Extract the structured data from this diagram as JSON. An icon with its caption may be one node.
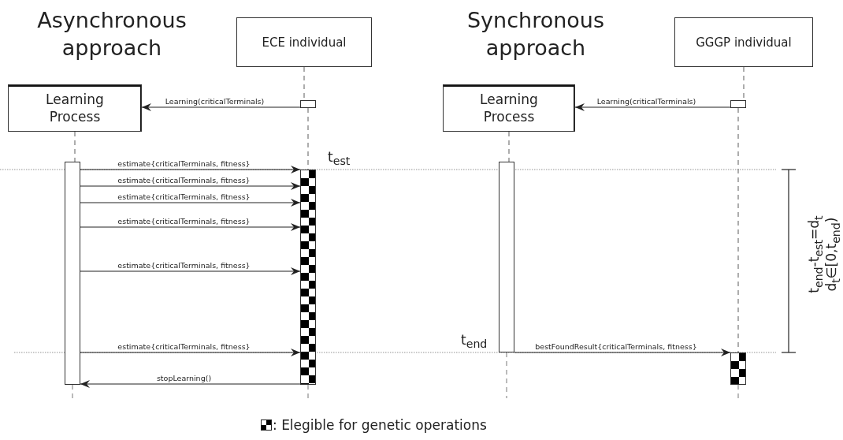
{
  "diagram": {
    "nodes": [
      {
        "text": [
          "Learning Process"
        ]
      },
      {
        "text": [
          "ECE individual"
        ]
      },
      {
        "text": [],
        "shape": "bar"
      },
      {
        "text": [],
        "shape": "box"
      },
      {
        "text": [],
        "shape": "bar"
      },
      {
        "text": [
          "Learning Process"
        ]
      },
      {
        "text": [
          "GGGP individual"
        ]
      },
      {
        "text": [],
        "shape": "bar"
      },
      {
        "text": [],
        "shape": "box"
      },
      {
        "text": [],
        "shape": "bar"
      }
    ],
    "edges": [
      {
        "from": 0,
        "to": 2,
        "arrow": "none",
        "style": "dashed"
      },
      {
        "from": 1,
        "to": 3,
        "arrow": "none",
        "style": "dashed"
      },
      {
        "from": 3,
        "to": 4,
        "arrow": "none",
        "style": "dashed"
      },
      {
        "from": 3,
        "to": 0,
        "arrow": "to",
        "label": "Learning(criticalTerminals)"
      },
      {
        "from": 2,
        "to": 4,
        "arrow": "to",
        "label": "estimate{criticalTerminals, fitness}"
      },
      {
        "from": 2,
        "to": 4,
        "arrow": "to",
        "label": "estimate{criticalTerminals, fitness}"
      },
      {
        "from": 2,
        "to": 4,
        "arrow": "to",
        "label": "estimate{criticalTerminals, fitness}"
      },
      {
        "from": 2,
        "to": 4,
        "arrow": "to",
        "label": "estimate{criticalTerminals, fitness}"
      },
      {
        "from": 2,
        "to": 4,
        "arrow": "to",
        "label": "estimate{criticalTerminals, fitness}"
      },
      {
        "from": 2,
        "to": 4,
        "arrow": "to",
        "label": "estimate{criticalTerminals, fitness}"
      },
      {
        "from": 4,
        "to": 2,
        "arrow": "to",
        "label": "stopLearning()"
      },
      {
        "from": 5,
        "to": 7,
        "arrow": "none",
        "style": "dashed"
      },
      {
        "from": 6,
        "to": 8,
        "arrow": "none",
        "style": "dashed"
      },
      {
        "from": 8,
        "to": 9,
        "arrow": "none",
        "style": "dashed"
      },
      {
        "from": 8,
        "to": 5,
        "arrow": "to",
        "label": "Learning(criticalTerminals)"
      },
      {
        "from": 7,
        "to": 9,
        "arrow": "to",
        "label": "bestFoundResult{criticalTerminals, fitness}"
      }
    ],
    "labels": [
      "Asynchronous approach",
      "Synchronous approach",
      "t$_{est}$",
      "t$_{end}$",
      "t$_{end}$-t$_{est}$=d$_{t}$",
      "d$_{t}$∈[0,t$_{end}$)"
    ],
    "legend": [
      {
        "text": ": Elegible for genetic operations"
      }
    ]
  }
}
